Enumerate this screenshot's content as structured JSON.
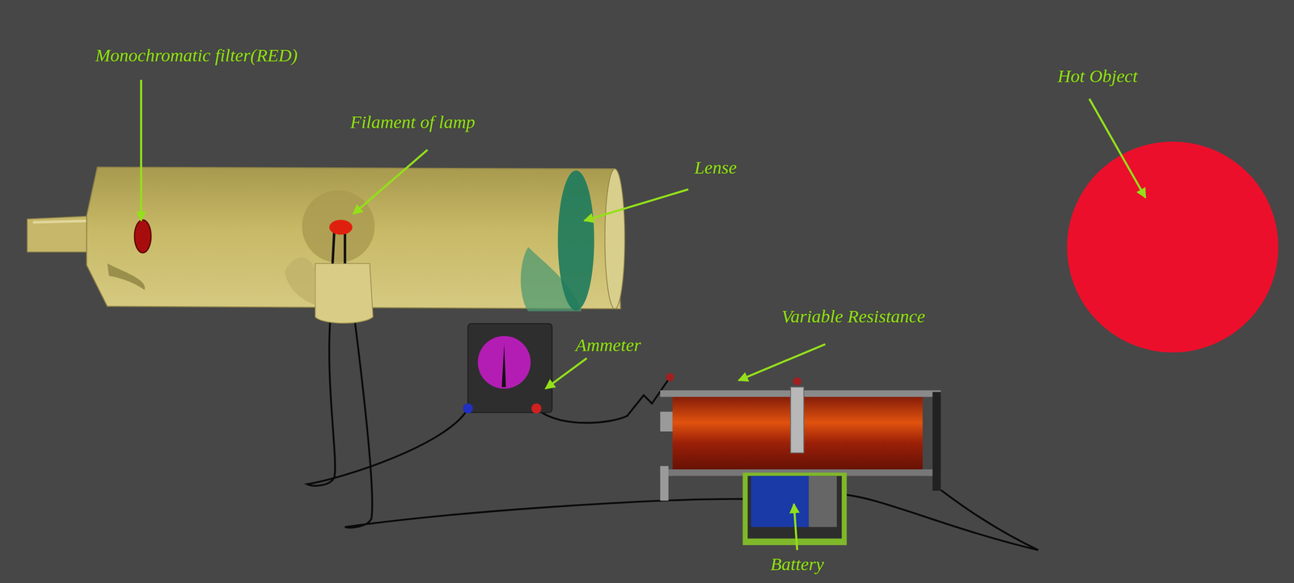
{
  "diagram": {
    "labels": [
      "Monochromatic filter(RED)",
      "Filament of lamp",
      "Lense",
      "Hot Object",
      "Variable Resistance",
      "Ammeter",
      "Battery"
    ]
  }
}
